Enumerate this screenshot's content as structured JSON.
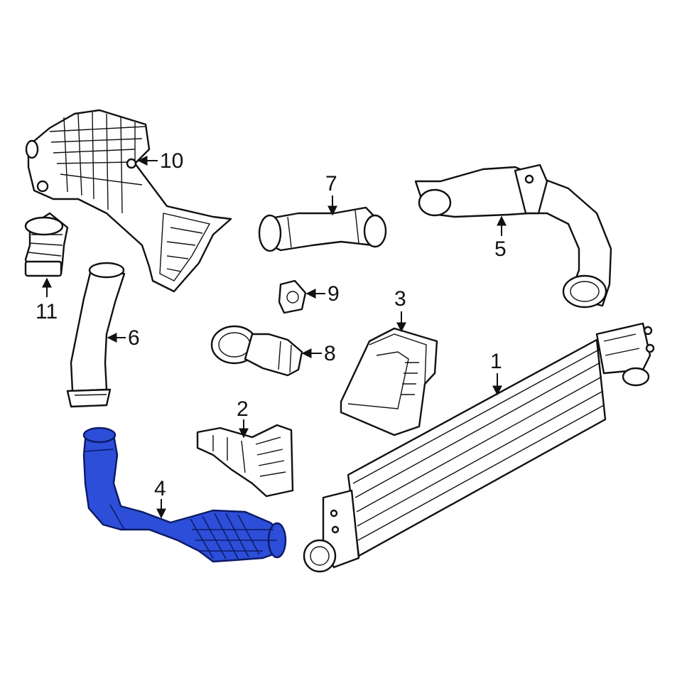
{
  "diagram": {
    "highlight_color": "#2c4ed8",
    "line_color": "#111111",
    "callouts": {
      "c1": "1",
      "c2": "2",
      "c3": "3",
      "c4": "4",
      "c5": "5",
      "c6": "6",
      "c7": "7",
      "c8": "8",
      "c9": "9",
      "c10": "10",
      "c11": "11"
    },
    "highlighted_part": "4"
  }
}
